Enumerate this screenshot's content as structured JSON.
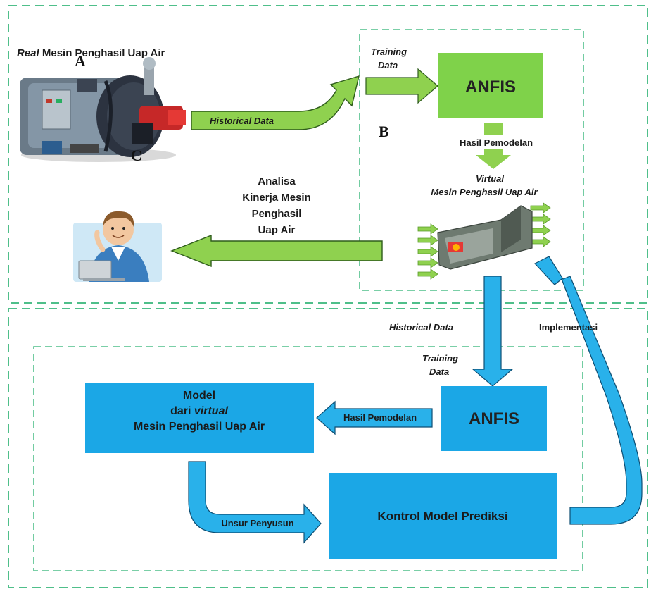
{
  "top_section": {
    "boiler_title_italic": "Real",
    "boiler_title_rest": " Mesin Penghasil Uap Air",
    "label_a": "A",
    "label_b": "B",
    "label_c": "C",
    "historical_data_arrow": "Historical Data",
    "training_data_line1": "Training",
    "training_data_line2": "Data",
    "anfis_box": "ANFIS",
    "hasil_pemodelan": "Hasil Pemodelan",
    "virtual_line1": "Virtual",
    "virtual_line2": "Mesin Penghasil Uap Air",
    "analysis_lines": [
      "Analisa",
      "Kinerja Mesin",
      "Penghasil",
      "Uap Air"
    ]
  },
  "bottom_section": {
    "historical_data": "Historical Data",
    "implementasi": "Implementasi",
    "training_data_line1": "Training",
    "training_data_line2": "Data",
    "anfis_box": "ANFIS",
    "hasil_pemodelan_arrow": "Hasil Pemodelan",
    "model_line1": "Model",
    "model_line2_prefix": "dari ",
    "model_line2_italic": "virtual",
    "model_line3": "Mesin Penghasil Uap Air",
    "unsur_penyusun": "Unsur Penyusun",
    "kontrol_box": "Kontrol Model Prediksi"
  },
  "colors": {
    "green_box": "#7fd24a",
    "green_arrow": "#8fd14f",
    "blue_box": "#1ba7e6",
    "blue_arrow": "#29b1ea",
    "dashed_border": "#4fbf8a"
  },
  "icons": [
    "boiler-machine-illustration",
    "user-at-computer-illustration",
    "virtual-boiler-illustration"
  ]
}
